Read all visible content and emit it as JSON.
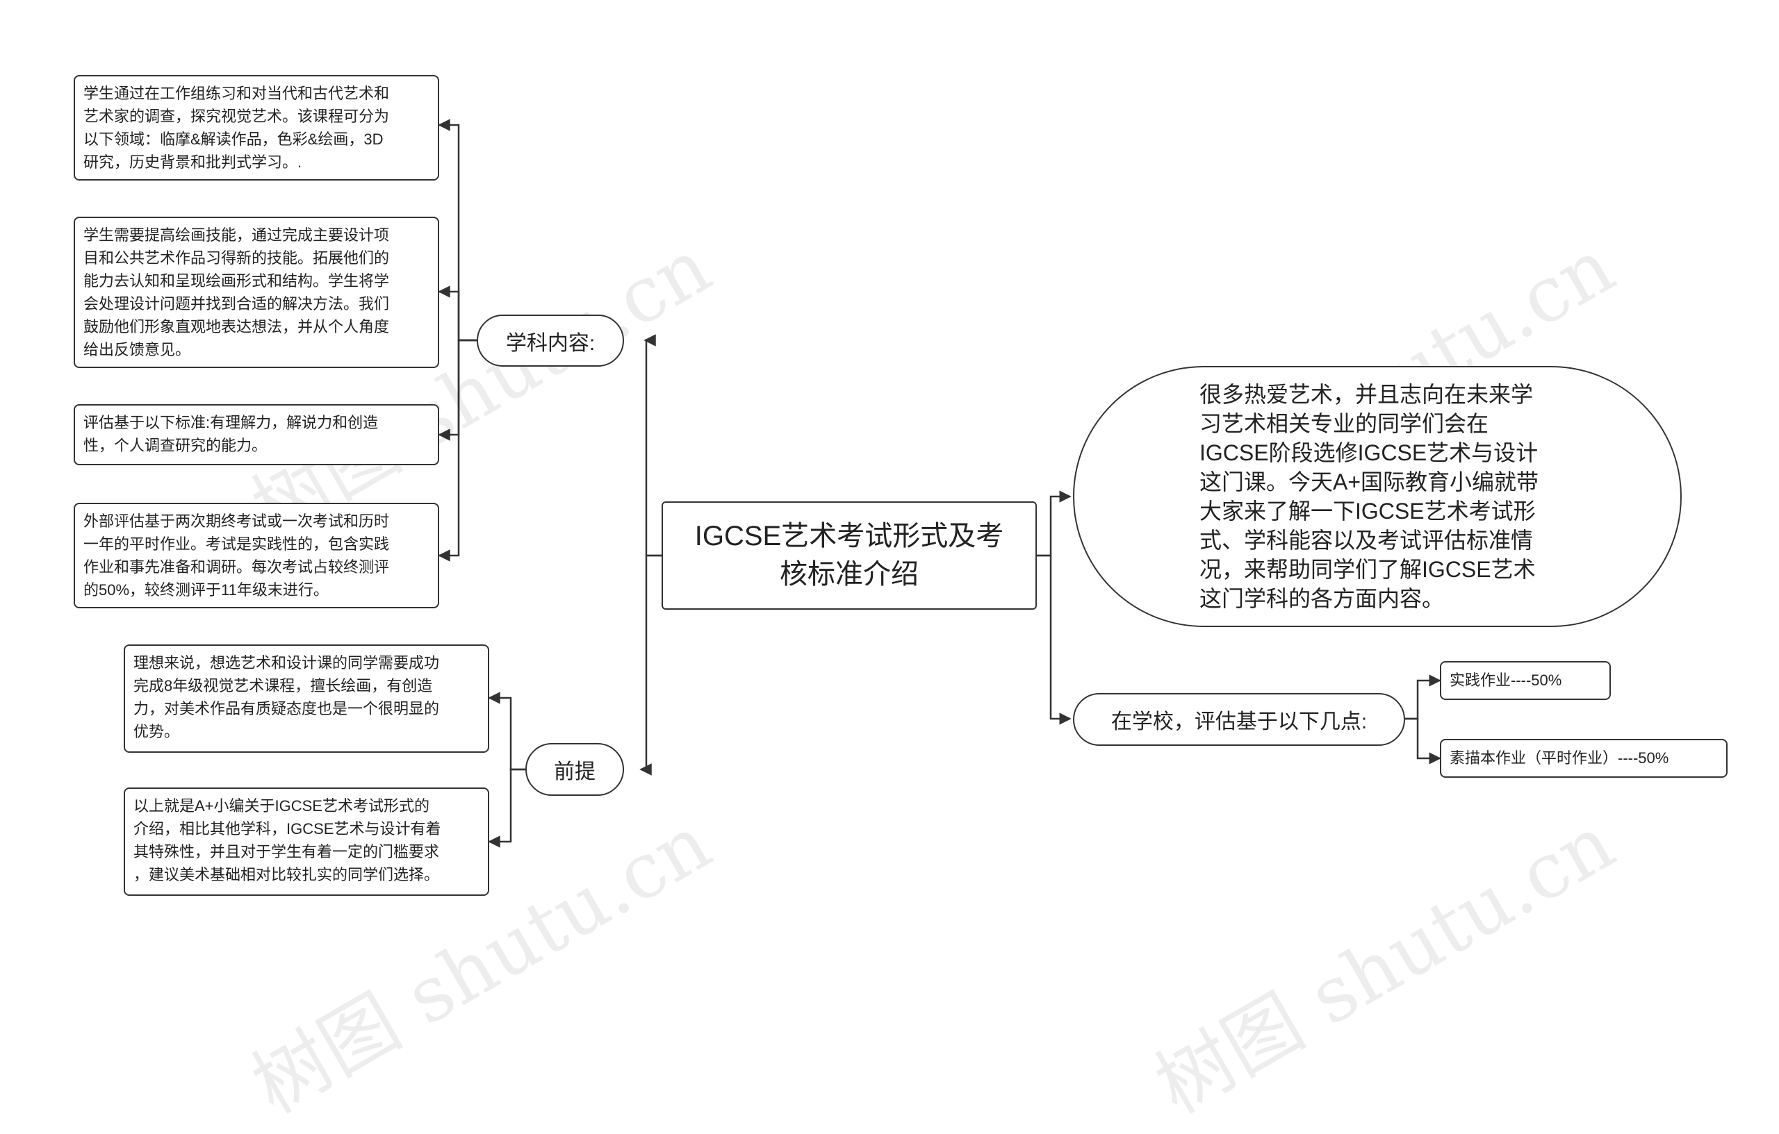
{
  "watermark": "树图 shutu.cn",
  "root": {
    "title": "IGCSE艺术考试形式及考\n核标准介绍"
  },
  "intro": {
    "text": "很多热爱艺术，并且志向在未来学\n习艺术相关专业的同学们会在\nIGCSE阶段选修IGCSE艺术与设计\n这门课。今天A+国际教育小编就带\n大家来了解一下IGCSE艺术考试形\n式、学科能容以及考试评估标准情\n况，来帮助同学们了解IGCSE艺术\n这门学科的各方面内容。"
  },
  "subject": {
    "label": "学科内容:",
    "items": [
      "学生通过在工作组练习和对当代和古代艺术和\n艺术家的调查，探究视觉艺术。该课程可分为\n以下领域：临摩&解读作品，色彩&绘画，3D\n研究，历史背景和批判式学习。.",
      "学生需要提高绘画技能，通过完成主要设计项\n目和公共艺术作品习得新的技能。拓展他们的\n能力去认知和呈现绘画形式和结构。学生将学\n会处理设计问题并找到合适的解决方法。我们\n鼓励他们形象直观地表达想法，并从个人角度\n给出反馈意见。",
      "评估基于以下标准:有理解力，解说力和创造\n性，个人调查研究的能力。",
      "外部评估基于两次期终考试或一次考试和历时\n一年的平时作业。考试是实践性的，包含实践\n作业和事先准备和调研。每次考试占较终测评\n的50%，较终测评于11年级末进行。"
    ]
  },
  "premise": {
    "label": "前提",
    "items": [
      "理想来说，想选艺术和设计课的同学需要成功\n完成8年级视觉艺术课程，擅长绘画，有创造\n力，对美术作品有质疑态度也是一个很明显的\n优势。",
      "以上就是A+小编关于IGCSE艺术考试形式的\n介绍，相比其他学科，IGCSE艺术与设计有着\n其特殊性，并且对于学生有着一定的门槛要求\n，建议美术基础相对比较扎实的同学们选择。"
    ]
  },
  "school": {
    "label": "在学校，评估基于以下几点:",
    "items": [
      "实践作业----50%",
      "素描本作业（平时作业）----50%"
    ]
  }
}
